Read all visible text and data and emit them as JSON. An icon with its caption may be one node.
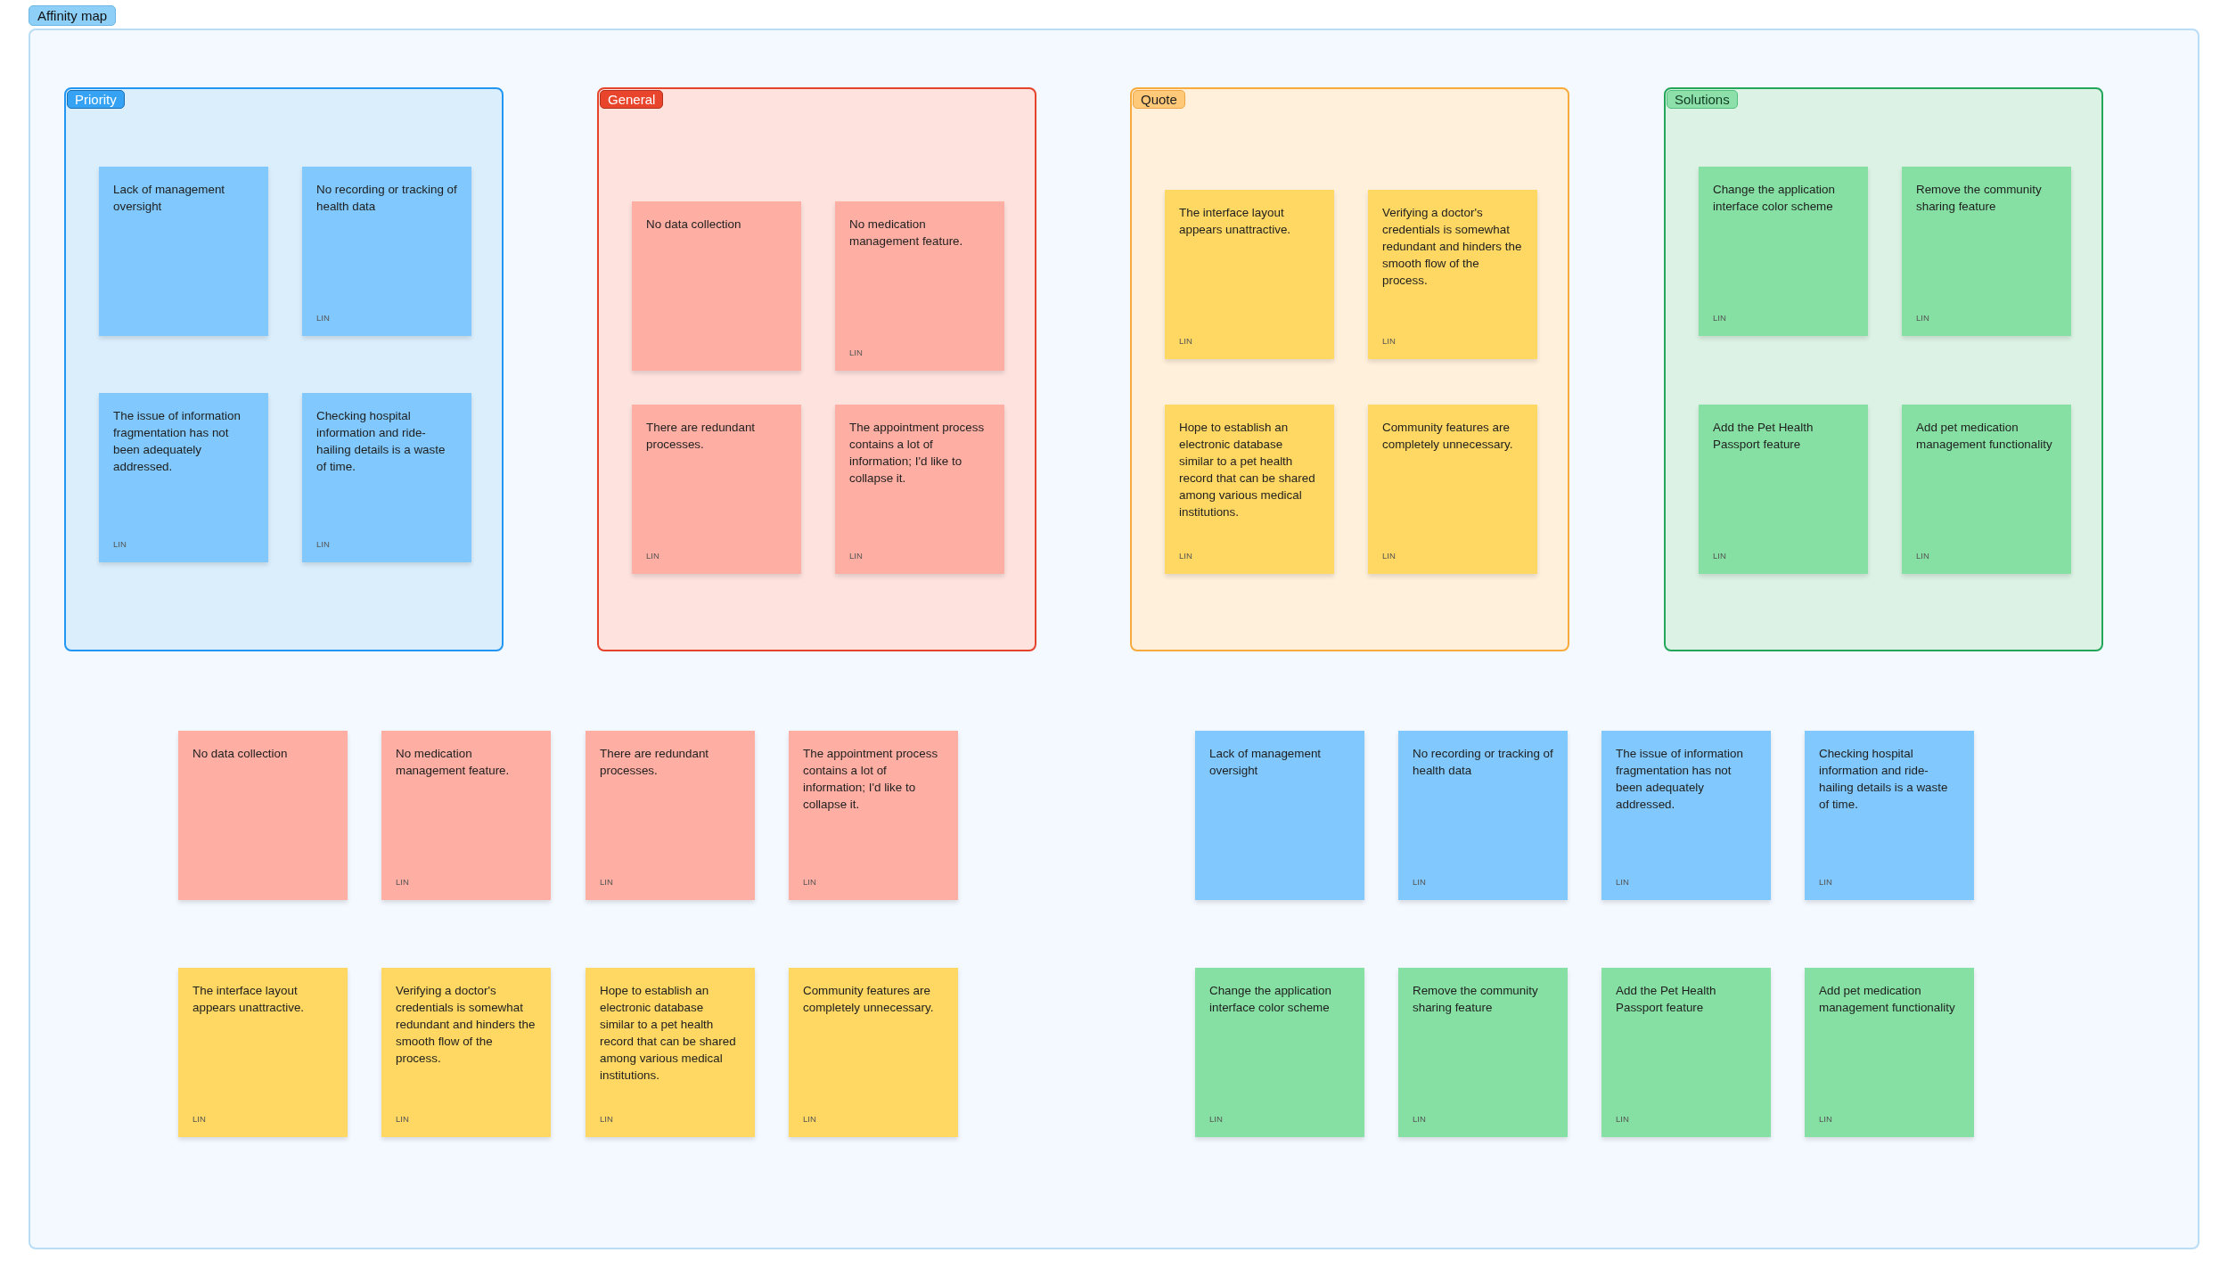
{
  "diagram": {
    "nodes": [
      {
        "text": [
          "Affinity map"
        ]
      },
      {
        "text": [
          "Priority"
        ],
        "in": 0
      },
      {
        "text": [
          "Lack of management oversight"
        ],
        "in": 1
      },
      {
        "text": [
          "No recording or tracking of health data",
          "LIN"
        ],
        "in": 1
      },
      {
        "text": [
          "The issue of information fragmentation has not been adequately addressed.",
          "LIN"
        ],
        "in": 1
      },
      {
        "text": [
          "Checking hospital information and ride-hailing details is a waste of time.",
          "LIN"
        ],
        "in": 1
      },
      {
        "text": [
          "General"
        ],
        "in": 0
      },
      {
        "text": [
          "No data collection"
        ],
        "in": 6
      },
      {
        "text": [
          "No medication management feature.",
          "LIN"
        ],
        "in": 6
      },
      {
        "text": [
          "There are redundant processes.",
          "LIN"
        ],
        "in": 6
      },
      {
        "text": [
          "The appointment process contains a lot of information; I'd like to collapse it.",
          "LIN"
        ],
        "in": 6
      },
      {
        "text": [
          "Quote"
        ],
        "in": 0
      },
      {
        "text": [
          "The interface layout appears unattractive.",
          "LIN"
        ],
        "in": 11
      },
      {
        "text": [
          "Verifying a doctor's credentials is somewhat redundant and hinders the smooth flow of the process.",
          "LIN"
        ],
        "in": 11
      },
      {
        "text": [
          "Hope to establish an electronic database similar to a pet health record that can be shared among various medical institutions.",
          "LIN"
        ],
        "in": 11
      },
      {
        "text": [
          "Community features are completely unnecessary.",
          "LIN"
        ],
        "in": 11
      },
      {
        "text": [
          "Solutions"
        ],
        "in": 0
      },
      {
        "text": [
          "Change the application interface color scheme",
          "LIN"
        ],
        "in": 16
      },
      {
        "text": [
          "Remove the community sharing feature",
          "LIN"
        ],
        "in": 16
      },
      {
        "text": [
          "Add the Pet Health Passport feature",
          "LIN"
        ],
        "in": 16
      },
      {
        "text": [
          "Add pet medication management functionality",
          "LIN"
        ],
        "in": 16
      },
      {
        "text": [
          "No data collection"
        ],
        "in": 0
      },
      {
        "text": [
          "No medication management feature.",
          "LIN"
        ],
        "in": 0
      },
      {
        "text": [
          "There are redundant processes.",
          "LIN"
        ],
        "in": 0
      },
      {
        "text": [
          "The appointment process contains a lot of information; I'd like to collapse it.",
          "LIN"
        ],
        "in": 0
      },
      {
        "text": [
          "The interface layout appears unattractive.",
          "LIN"
        ],
        "in": 0
      },
      {
        "text": [
          "Verifying a doctor's credentials is somewhat redundant and hinders the smooth flow of the process.",
          "LIN"
        ],
        "in": 0
      },
      {
        "text": [
          "Hope to establish an electronic database similar to a pet health record that can be shared among various medical institutions.",
          "LIN"
        ],
        "in": 0
      },
      {
        "text": [
          "Community features are completely unnecessary.",
          "LIN"
        ],
        "in": 0
      },
      {
        "text": [
          "Lack of management oversight"
        ],
        "in": 0
      },
      {
        "text": [
          "No recording or tracking of health data",
          "LIN"
        ],
        "in": 0
      },
      {
        "text": [
          "The issue of information fragmentation has not been adequately addressed.",
          "LIN"
        ],
        "in": 0
      },
      {
        "text": [
          "Checking hospital information and ride-hailing details is a waste of time.",
          "LIN"
        ],
        "in": 0
      },
      {
        "text": [
          "Change the application interface color scheme",
          "LIN"
        ],
        "in": 0
      },
      {
        "text": [
          "Remove the community sharing feature",
          "LIN"
        ],
        "in": 0
      },
      {
        "text": [
          "Add the Pet Health Passport feature",
          "LIN"
        ],
        "in": 0
      },
      {
        "text": [
          "Add pet medication management functionality",
          "LIN"
        ],
        "in": 0
      }
    ]
  }
}
